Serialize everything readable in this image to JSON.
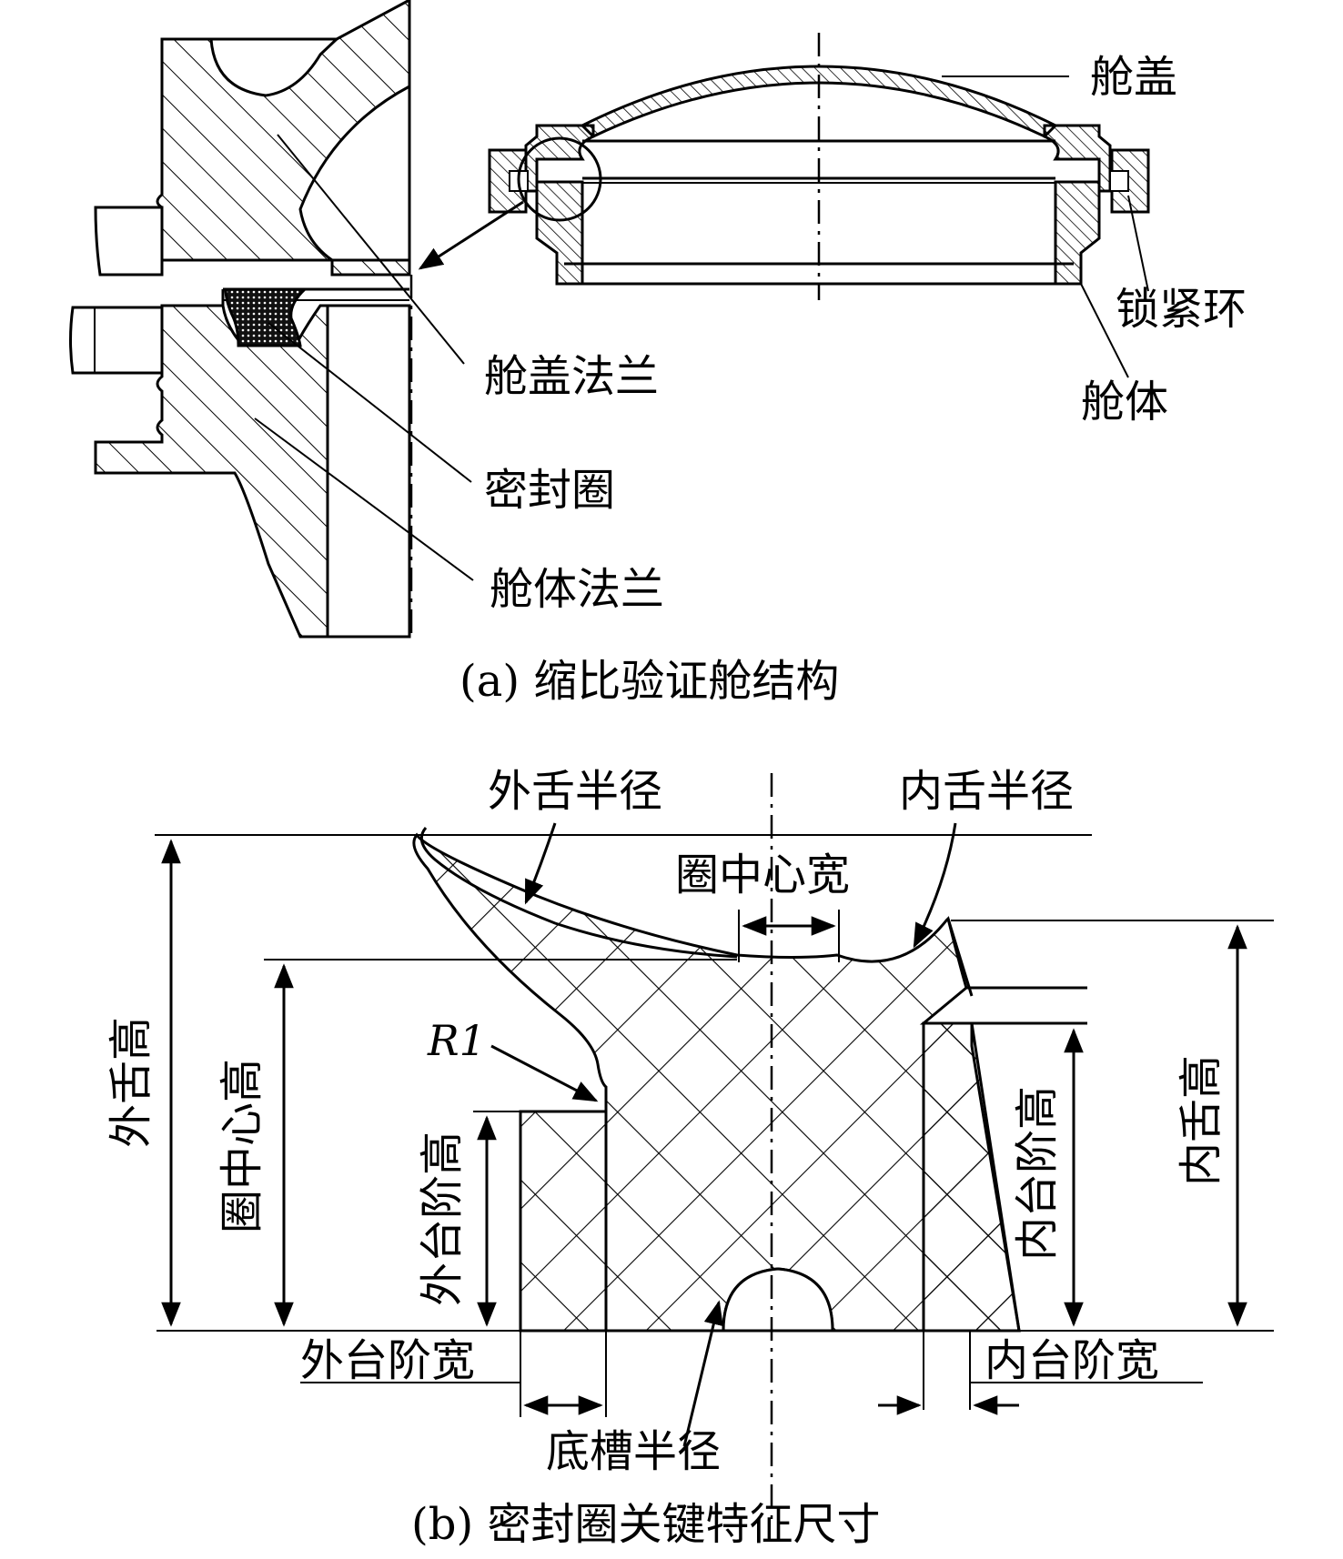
{
  "figure_a": {
    "caption": "(a) 缩比验证舱结构",
    "labels": {
      "cabin_cover": "舱盖",
      "locking_ring": "锁紧环",
      "cabin_body": "舱体",
      "cover_flange": "舱盖法兰",
      "seal_ring": "密封圈",
      "body_flange": "舱体法兰"
    }
  },
  "figure_b": {
    "caption": "(b) 密封圈关键特征尺寸",
    "labels": {
      "outer_tongue_radius": "外舌半径",
      "inner_tongue_radius": "内舌半径",
      "ring_center_width": "圈中心宽",
      "outer_tongue_height": "外舌高",
      "ring_center_height": "圈中心高",
      "r1": "R1",
      "outer_step_height": "外台阶高",
      "inner_step_height": "内台阶高",
      "inner_tongue_height": "内舌高",
      "outer_step_width": "外台阶宽",
      "inner_step_width": "内台阶宽",
      "bottom_groove_radius": "底槽半径"
    }
  }
}
